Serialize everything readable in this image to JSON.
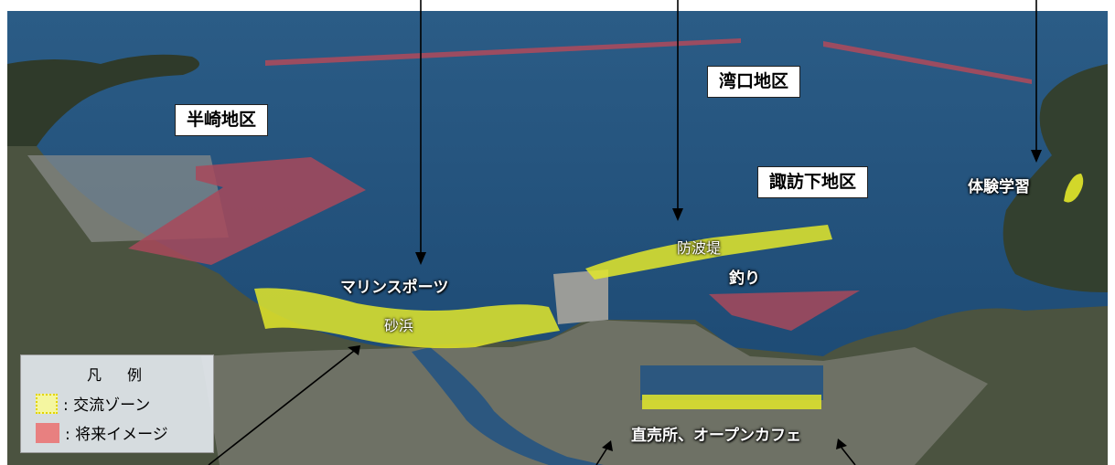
{
  "districts": {
    "hanzaki": "半崎地区",
    "wanguchi": "湾口地区",
    "suwashita": "諏訪下地区"
  },
  "activities": {
    "marine_sports": "マリンスポーツ",
    "beach": "砂浜",
    "breakwater": "防波堤",
    "fishing": "釣り",
    "experience": "体験学習",
    "market_cafe": "直売所、オープンカフェ"
  },
  "legend": {
    "title": "凡　例",
    "exchange_zone": ": 交流ゾーン",
    "future_image": ": 将来イメージ"
  },
  "colors": {
    "exchange_zone": "#e3e82a",
    "future_image": "#b04a5a",
    "sea": "#1f4f7a",
    "land": "#3e4a34"
  }
}
